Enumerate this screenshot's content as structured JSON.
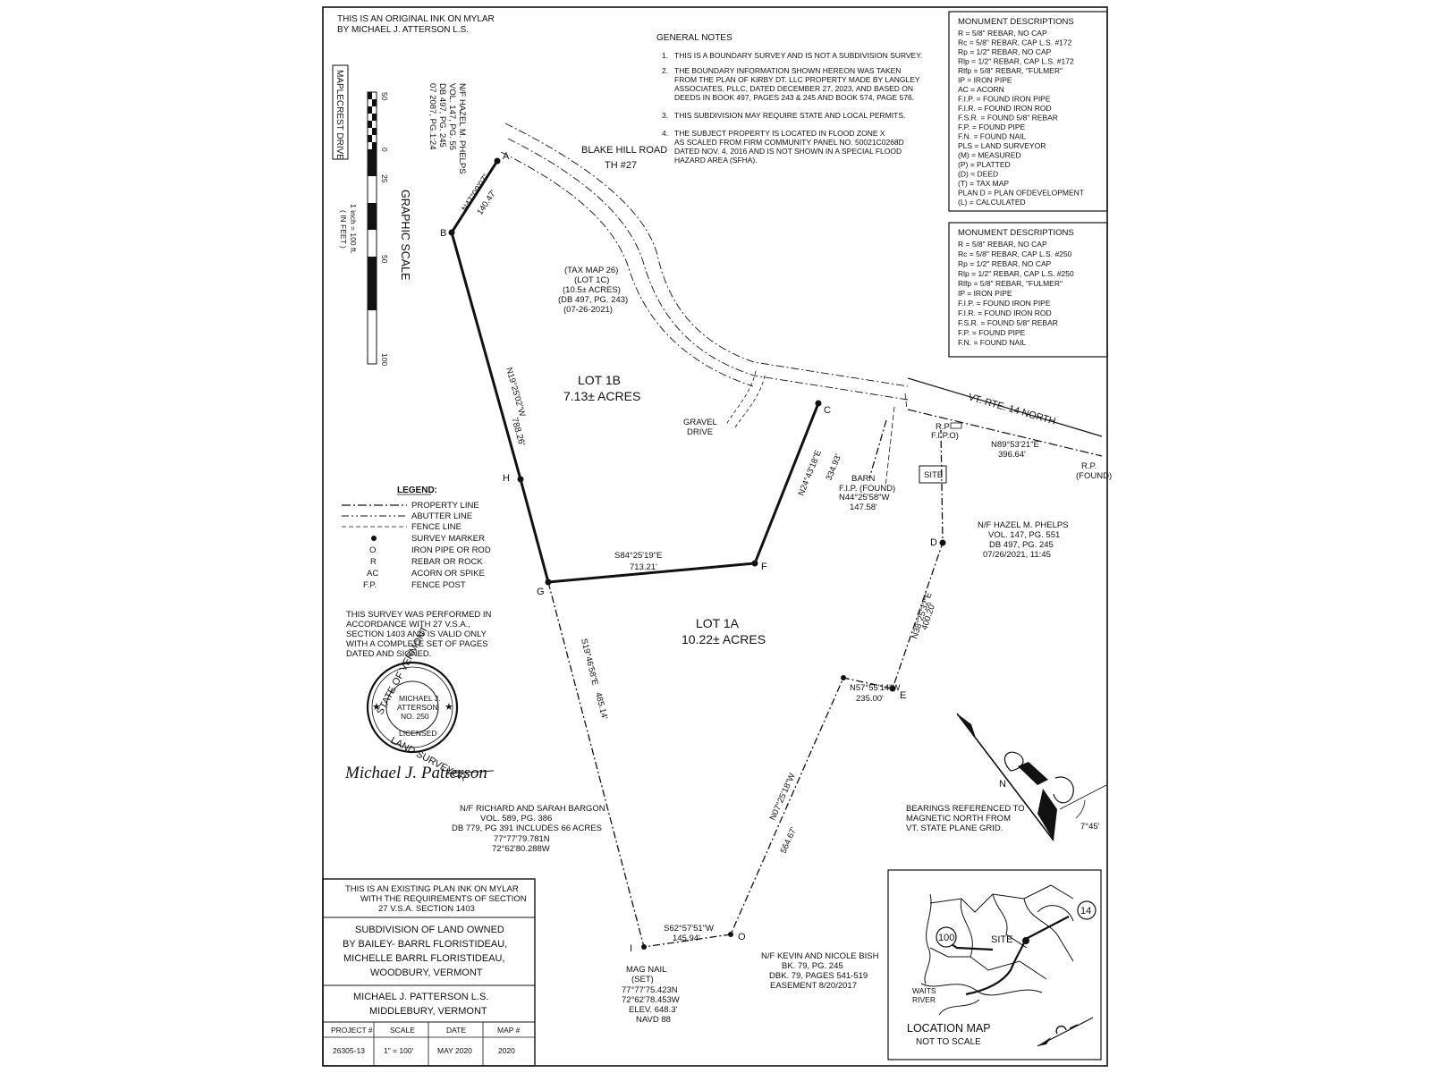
{
  "header_note": [
    "THIS IS AN ORIGINAL INK ON MYLAR",
    "BY MICHAEL J. ATTERSON L.S."
  ],
  "maplecrest": "MAPLECREST DRIVE",
  "graphic_scale": {
    "title": "GRAPHIC SCALE",
    "unit": "( IN FEET )",
    "ratio": "1 inch = 100 ft.",
    "ticks": [
      "50",
      "0",
      "25",
      "50",
      "100"
    ]
  },
  "abutter_nw": [
    "N/F HAZEL M. PHELPS",
    "VOL. 147, PG. 55",
    "DB 497, PG. 245",
    "07 2087, PG.1:24"
  ],
  "general_notes": {
    "title": "GENERAL NOTES",
    "items": [
      [
        "1.",
        "THIS IS A BOUNDARY SURVEY AND IS NOT A SUBDIVISION SURVEY."
      ],
      [
        "2.",
        "THE BOUNDARY INFORMATION SHOWN HEREON WAS TAKEN",
        "FROM THE PLAN OF KIRBY DT. LLC PROPERTY MADE BY LANGLEY",
        "ASSOCIATES, PLLC, DATED DECEMBER 27, 2023, AND BASED ON",
        "DEEDS IN BOOK 497, PAGES 243 & 245 AND BOOK 574, PAGE 576."
      ],
      [
        "3.",
        "THIS SUBDIVISION MAY REQUIRE STATE AND LOCAL PERMITS."
      ],
      [
        "4.",
        "THE SUBJECT PROPERTY IS LOCATED IN FLOOD ZONE X",
        "AS SCALED FROM FIRM COMMUNITY PANEL NO. 50021C0268D",
        "DATED NOV. 4, 2016 AND IS NOT SHOWN IN A SPECIAL FLOOD",
        "HAZARD AREA (SFHA)."
      ]
    ]
  },
  "monument_box_1": {
    "title": "MONUMENT DESCRIPTIONS",
    "rows": [
      "R = 5/8\" REBAR, NO CAP",
      "Rc = 5/8\" REBAR, CAP L.S. #172",
      "Rp = 1/2\" REBAR, NO CAP",
      "Rlp = 1/2\" REBAR, CAP L.S. #172",
      "Rlfp = 5/8\" REBAR, \"FULMER\"",
      "IP = IRON PIPE",
      "AC = ACORN",
      "F.I.P. = FOUND IRON PIPE",
      "F.I.R. = FOUND IRON ROD",
      "F.S.R. = FOUND 5/8\" REBAR",
      "F.P. = FOUND PIPE",
      "F.N. = FOUND NAIL",
      "PLS = LAND SURVEYOR",
      "(M) = MEASURED",
      "(P) = PLATTED",
      "(D) = DEED",
      "(T) = TAX MAP",
      "PLAN D = PLAN OFDEVELOPMENT",
      "(L) = CALCULATED"
    ]
  },
  "monument_box_2": {
    "title": "MONUMENT DESCRIPTIONS",
    "rows": [
      "R = 5/8\" REBAR, NO CAP",
      "Rc = 5/8\" REBAR, CAP L.S. #250",
      "Rp = 1/2\" REBAR, NO CAP",
      "Rlp = 1/2\" REBAR, CAP L.S. #250",
      "Rlfp = 5/8\" REBAR, \"FULMER\"",
      "IP = IRON PIPE",
      "F.I.P. = FOUND IRON PIPE",
      "F.I.R. = FOUND IRON ROD",
      "F.S.R. = FOUND 5/8\" REBAR",
      "F.P. = FOUND PIPE",
      "F.N. = FOUND NAIL"
    ]
  },
  "roads": {
    "blake_hill": [
      "BLAKE HILL ROAD",
      "TH #27"
    ],
    "vt14": "VT. RTE. 14 NORTH",
    "gravel_drive": [
      "GRAVEL",
      "DRIVE"
    ]
  },
  "tax_map_note": [
    "(TAX MAP 26)",
    "(LOT 1C)",
    "(10.5± ACRES)",
    "(DB 497, PG. 243)",
    "(07-26-2021)"
  ],
  "lots": {
    "lot_1b": [
      "LOT 1B",
      "7.13± ACRES"
    ],
    "lot_1a": [
      "LOT 1A",
      "10.22± ACRES"
    ]
  },
  "points": [
    "A",
    "B",
    "C",
    "D",
    "E",
    "F",
    "G",
    "H",
    "I",
    "O"
  ],
  "bearings": {
    "ab": [
      "N47°09'07\"",
      "140.47'"
    ],
    "bg": [
      "N19°25'02\"W",
      "788.26'"
    ],
    "gf": [
      "S84°25'19\"E",
      "713.21'"
    ],
    "fc": [
      "N24°43'18\"E",
      "334.93'"
    ],
    "barn": [
      "BARN",
      "F.I.P. (FOUND)",
      "N44°25'58\"W",
      "147.58'"
    ],
    "vt14_line": [
      "N89°53'21\"E",
      "396.64'"
    ],
    "de": [
      "N38°25'32\"E",
      "400.20'"
    ],
    "e_west": [
      "N57°55'14\"W",
      "235.00'"
    ],
    "eo": [
      "N07°25'18\"W",
      "564.67'"
    ],
    "oi": [
      "S62°57'51\"W",
      "145.94'"
    ],
    "gi": [
      "S19°46'58\"E",
      "485.14'"
    ]
  },
  "rp_fip": [
    "R.P",
    "F.I.P.O)"
  ],
  "rp_found": [
    "R.P.",
    "(FOUND)"
  ],
  "site_box": "SITE",
  "abutter_east": [
    "N/F HAZEL M. PHELPS",
    "VOL. 147, PG. 551",
    "DB 497, PG. 245",
    "07/26/2021, 11:45"
  ],
  "legend": {
    "title": "LEGEND:",
    "items": [
      [
        "",
        "PROPERTY LINE"
      ],
      [
        "",
        "ABUTTER LINE"
      ],
      [
        "",
        "FENCE LINE"
      ],
      [
        "",
        "SURVEY MARKER"
      ],
      [
        "O",
        "IRON PIPE OR ROD"
      ],
      [
        "R",
        "REBAR OR ROCK"
      ],
      [
        "AC",
        "ACORN OR SPIKE"
      ],
      [
        "F.P.",
        "FENCE POST"
      ]
    ]
  },
  "survey_statement": [
    "THIS SURVEY WAS PERFORMED IN",
    "ACCORDANCE WITH 27 V.S.A.,",
    "SECTION 1403 AND IS VALID ONLY",
    "WITH A COMPLETE SET OF PAGES",
    "DATED AND SIGNED."
  ],
  "seal": {
    "top": "STATE OF VERMONT",
    "center": [
      "MICHAEL J.",
      "ATTERSON",
      "NO. 250"
    ],
    "licensed": "LICENSED",
    "bottom": "LAND SURVEYOR"
  },
  "signature": "Michael J. Patterson",
  "abutter_sw": [
    "N/F RICHARD AND SARAH BARGON",
    "VOL. 589, PG. 386",
    "DB 779, PG 391 INCLUDES 66 ACRES",
    "77°77'79.781N",
    "72°62'80.288W"
  ],
  "mag_nail": [
    "MAG NAIL",
    "(SET)",
    "77°77'75.423N",
    "72°62'78.453W",
    "ELEV. 648.3'",
    "NAVD 88"
  ],
  "abutter_south": [
    "N/F KEVIN AND NICOLE BISH",
    "BK. 79, PG. 245",
    "DBK. 79, PAGES 541-519",
    "EASEMENT 8/20/2017"
  ],
  "north_arrow": {
    "n": "N",
    "note": [
      "BEARINGS REFERENCED TO",
      "MAGNETIC NORTH FROM",
      "VT. STATE PLANE GRID."
    ],
    "declination": "7°45'"
  },
  "location_map": {
    "title": "LOCATION MAP",
    "subtitle": "NOT TO SCALE",
    "route_100": "100",
    "route_14": "14",
    "site": "SITE",
    "waits": [
      "WAITS",
      "RIVER"
    ]
  },
  "title_block": {
    "existing_note": [
      "THIS IS AN EXISTING PLAN INK ON MYLAR",
      "WITH THE REQUIREMENTS OF SECTION",
      "27 V.S.A. SECTION 1403"
    ],
    "subdivision": [
      "SUBDIVISION OF LAND OWNED",
      "BY BAILEY- BARRL FLORISTIDEAU,",
      "MICHELLE BARRL FLORISTIDEAU,",
      "WOODBURY, VERMONT"
    ],
    "surveyor": [
      "MICHAEL J. PATTERSON L.S.",
      "MIDDLEBURY, VERMONT"
    ],
    "headers": [
      "PROJECT #",
      "SCALE",
      "DATE",
      "MAP #"
    ],
    "values": [
      "26305-13",
      "1\" = 100'",
      "MAY 2020",
      "2020"
    ]
  }
}
